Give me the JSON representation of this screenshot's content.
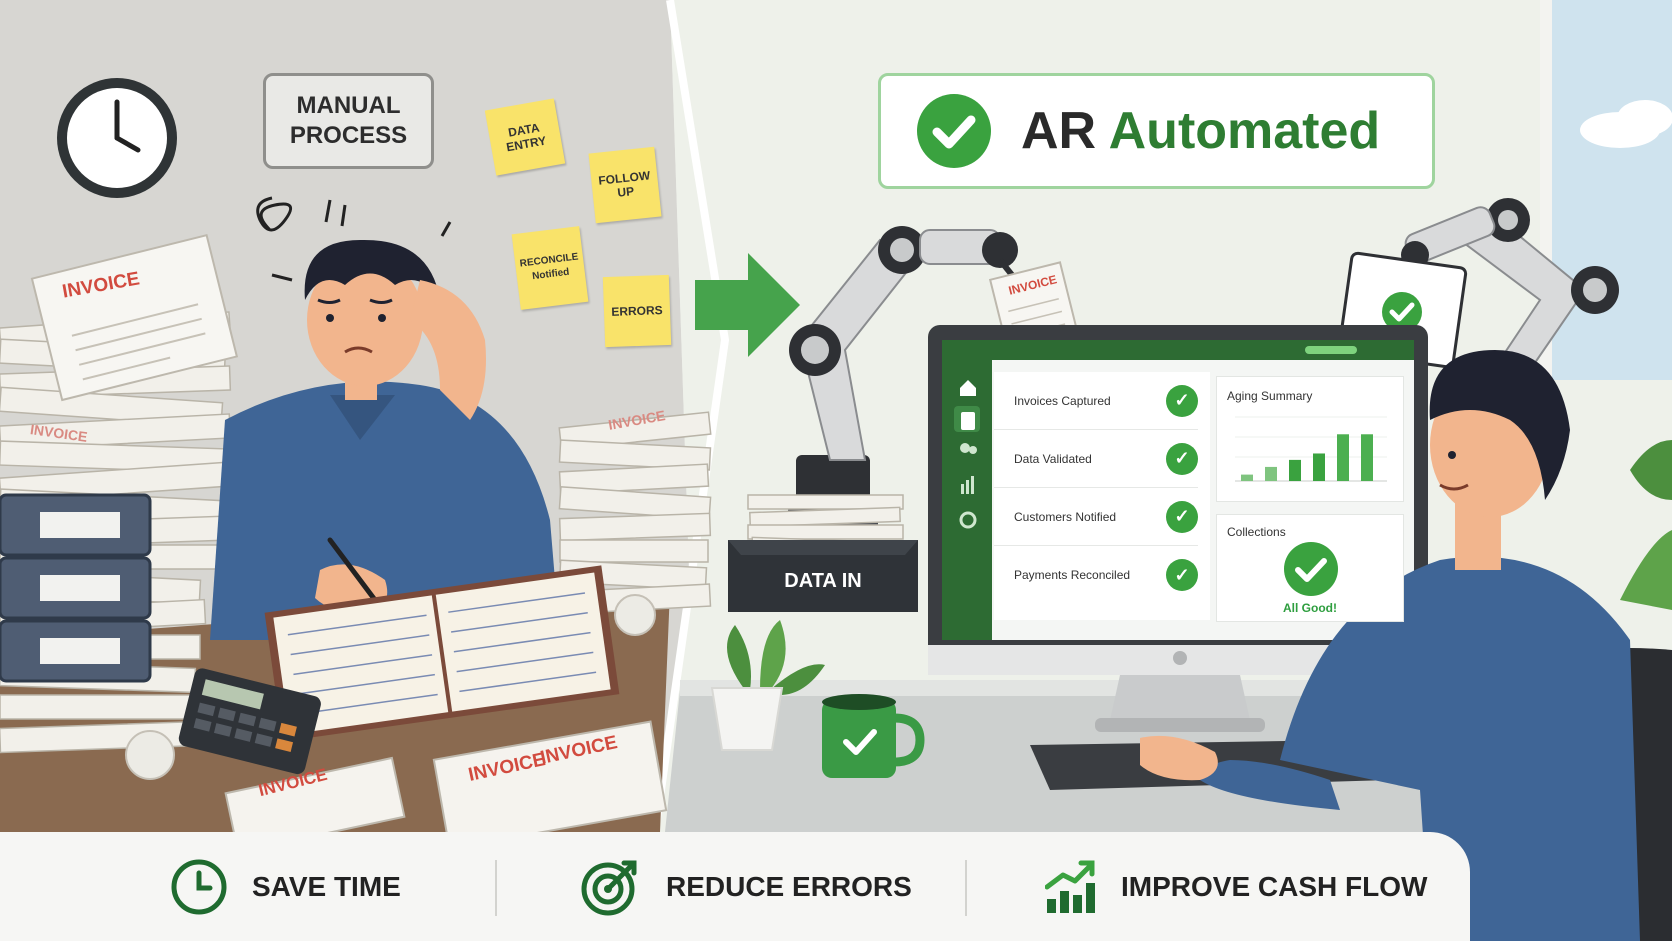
{
  "left_panel": {
    "sign": "MANUAL\nPROCESS",
    "sticky_notes": [
      "DATA ENTRY",
      "FOLLOW UP",
      "RECONCILE Notified",
      "ERRORS"
    ],
    "paper_labels": [
      "INVOICE",
      "INVOICE",
      "INVOICE",
      "INVOICE",
      "INVOICE",
      "INVOICE"
    ]
  },
  "right_panel": {
    "badge_prefix": "AR ",
    "badge_highlight": "Automated",
    "robot_paper_label": "INVOICE",
    "bin_label": "DATA IN",
    "app": {
      "steps": [
        {
          "label": "Invoices Captured"
        },
        {
          "label": "Data Validated"
        },
        {
          "label": "Customers Notified"
        },
        {
          "label": "Payments Reconciled"
        }
      ],
      "aging_title": "Aging Summary",
      "aging_values": [
        0.1,
        0.22,
        0.33,
        0.43,
        0.73,
        0.73
      ],
      "collections_title": "Collections",
      "collections_status": "All Good!"
    }
  },
  "benefits": [
    {
      "label": "SAVE TIME",
      "icon": "clock-icon"
    },
    {
      "label": "REDUCE ERRORS",
      "icon": "target-icon"
    },
    {
      "label": "IMPROVE CASH FLOW",
      "icon": "chart-growth-icon"
    }
  ],
  "colors": {
    "accent_green": "#2e9e3f",
    "dark_green": "#1f6b2f",
    "shirt_blue": "#3f6596"
  }
}
